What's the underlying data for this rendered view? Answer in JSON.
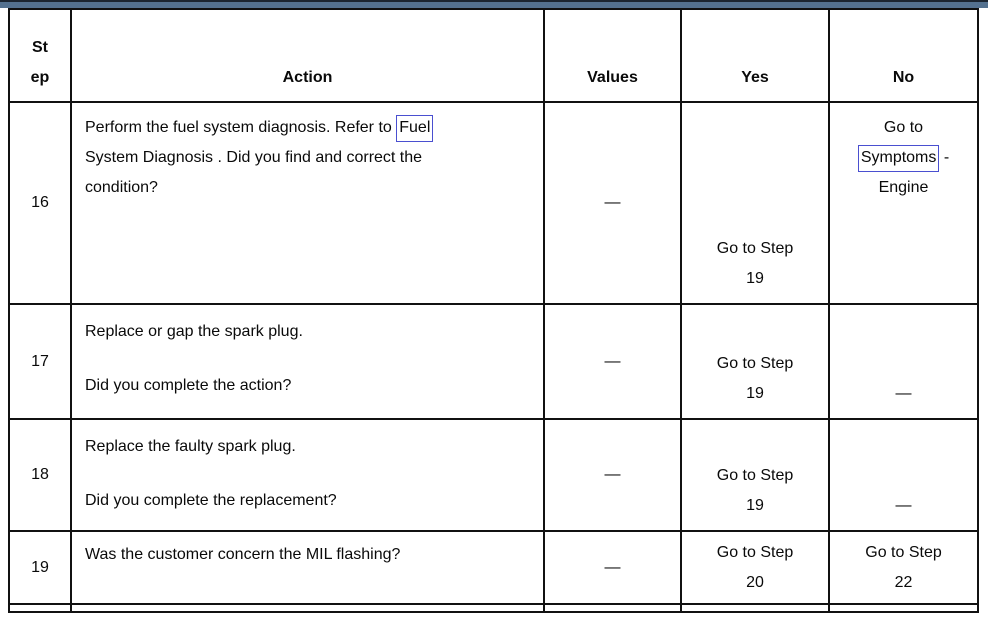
{
  "page": {
    "top_bar_color": "#54718f",
    "link_box_color": "#4a4fd0"
  },
  "table": {
    "headers": {
      "step_line1": "St",
      "step_line2": "ep",
      "action": "Action",
      "values": "Values",
      "yes": "Yes",
      "no": "No"
    },
    "rows": [
      {
        "step": "16",
        "action": {
          "line1_pre": "Perform the fuel system diagnosis. Refer to ",
          "line1_link": "Fuel",
          "line2": "System Diagnosis . Did you find and correct the",
          "line3": "condition?"
        },
        "values": "—",
        "yes": {
          "line1": "Go to Step",
          "line2": "19"
        },
        "no": {
          "line1": "Go to",
          "link": "Symptoms",
          "link_suffix": " -",
          "line3": "Engine"
        }
      },
      {
        "step": "17",
        "action": {
          "line1": "Replace or gap the spark plug.",
          "line2": "Did you complete the action?"
        },
        "values": "—",
        "yes": {
          "line1": "Go to Step",
          "line2": "19"
        },
        "no": "—"
      },
      {
        "step": "18",
        "action": {
          "line1": "Replace the faulty spark plug.",
          "line2": "Did you complete the replacement?"
        },
        "values": "—",
        "yes": {
          "line1": "Go to Step",
          "line2": "19"
        },
        "no": "—"
      },
      {
        "step": "19",
        "action": {
          "line1": "Was the customer concern the MIL flashing?"
        },
        "values": "—",
        "yes": {
          "line1": "Go to Step",
          "line2": "20"
        },
        "no": {
          "line1": "Go to Step",
          "line2": "22"
        }
      }
    ]
  }
}
